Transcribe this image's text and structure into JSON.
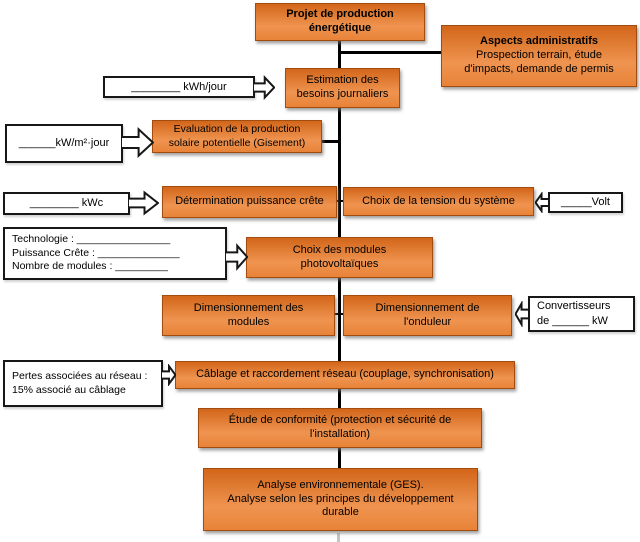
{
  "colors": {
    "box_orange_dark": "#d2661a",
    "box_orange_light": "#ef9450",
    "box_border": "#a24c10",
    "connector": "#000000",
    "callout_border": "#171717"
  },
  "flow": {
    "projet": {
      "lines": [
        "Projet de production",
        "énergétique"
      ]
    },
    "aspects": {
      "title": "Aspects administratifs",
      "lines": [
        "Prospection terrain, étude",
        "d'impacts, demande de permis"
      ]
    },
    "estimation": {
      "lines": [
        "Estimation des",
        "besoins journaliers"
      ]
    },
    "evaluation": {
      "lines": [
        "Evaluation de la production",
        "solaire potentielle (Gisement)"
      ]
    },
    "determination": {
      "lines": [
        "Détermination puissance crête"
      ]
    },
    "tension": {
      "lines": [
        "Choix de la tension du système"
      ]
    },
    "modules": {
      "lines": [
        "Choix des modules",
        "photovoltaïques"
      ]
    },
    "dim_modules": {
      "lines": [
        "Dimensionnement des",
        "modules"
      ]
    },
    "dim_onduleur": {
      "lines": [
        "Dimensionnement de",
        "l'onduleur"
      ]
    },
    "cablage": {
      "lines": [
        "Câblage et raccordement réseau (couplage, synchronisation)"
      ]
    },
    "conformite": {
      "lines": [
        "Étude de conformité (protection et sécurité de",
        "l'installation)"
      ]
    },
    "analyse": {
      "lines": [
        "Analyse environnementale (GES).",
        "Analyse selon les principes du développement",
        "durable"
      ]
    }
  },
  "callouts": {
    "kwh": {
      "label": "________ kWh/jour"
    },
    "kwm2": {
      "label": "______kW/m²·jour"
    },
    "kwc": {
      "label": "________ kWc"
    },
    "tech": {
      "lines": [
        "Technologie :  ________________",
        "Puissance Crête :  ______________",
        "Nombre de modules :   _________"
      ]
    },
    "volt": {
      "label": "_____Volt"
    },
    "convert": {
      "lines": [
        "Convertisseurs",
        "de  ______  kW"
      ]
    },
    "pertes": {
      "lines": [
        "Pertes associées au réseau :",
        "15% associé au câblage"
      ]
    }
  }
}
